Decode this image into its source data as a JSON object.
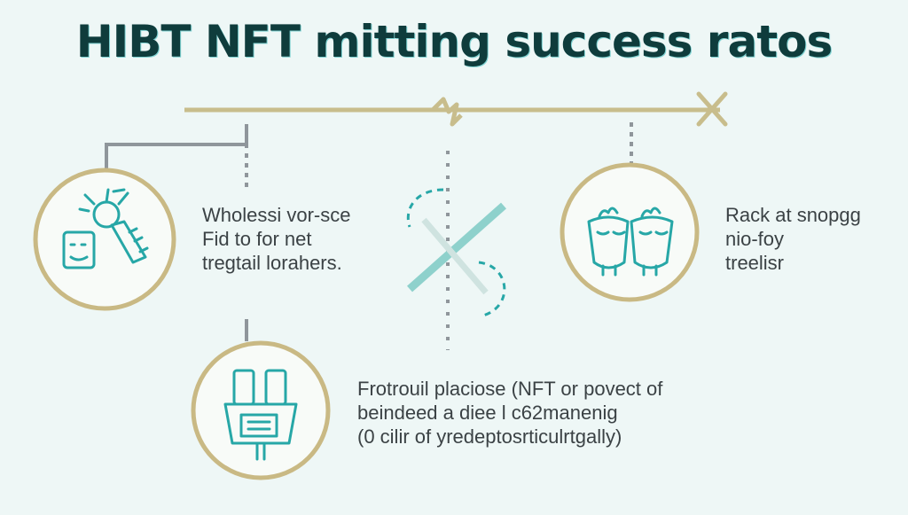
{
  "title": "HIBT NFT mitting success ratos",
  "colors": {
    "background": "#eef7f6",
    "line_gold": "#c8bd8c",
    "circle_border": "#c9b984",
    "circle_fill": "#f8fbf8",
    "icon_teal": "#27a7a7",
    "connector_gray": "#8f969b",
    "title_text": "#0f3c3c"
  },
  "nodes": [
    {
      "icon": "tools-icon",
      "lines": [
        "Wholessi vor-sce",
        "Fid to for net",
        "tregtail lorahers."
      ]
    },
    {
      "icon": "cups-icon",
      "lines": [
        "Rack at snopgg",
        "nio-foy",
        "treelisr"
      ]
    },
    {
      "icon": "documents-icon",
      "lines": [
        "Frotrouil placiose (NFT or povect of",
        "beindeed a diee l c62manenig",
        "(0 cilir of yredeptosrticulrtgally)"
      ]
    }
  ]
}
